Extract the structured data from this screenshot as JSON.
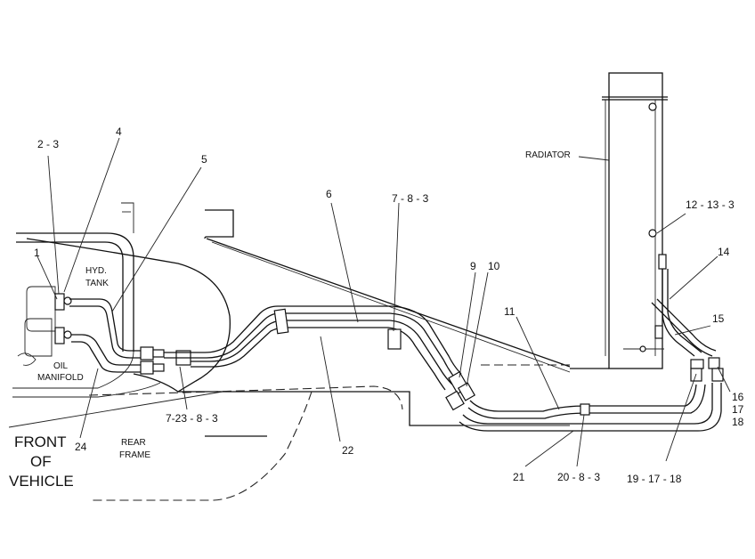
{
  "component_labels": {
    "radiator": "RADIATOR",
    "hyd_tank_line1": "HYD.",
    "hyd_tank_line2": "TANK",
    "oil_manifold_line1": "OIL",
    "oil_manifold_line2": "MANIFOLD",
    "rear_frame_line1": "REAR",
    "rear_frame_line2": "FRAME",
    "front_line1": "FRONT",
    "front_line2": "OF",
    "front_line3": "VEHICLE"
  },
  "callouts": {
    "c1": "1",
    "c2_3": "2 - 3",
    "c4": "4",
    "c5": "5",
    "c6": "6",
    "c7_8_3": "7 - 8 - 3",
    "c9": "9",
    "c10": "10",
    "c11": "11",
    "c12_13_3": "12 - 13 - 3",
    "c14": "14",
    "c15": "15",
    "c16": "16",
    "c17": "17",
    "c18": "18",
    "c19_17_18": "19 - 17 - 18",
    "c20_8_3": "20 - 8 - 3",
    "c21": "21",
    "c22": "22",
    "c7_23_8_3": "7-23 - 8 - 3",
    "c24": "24"
  }
}
